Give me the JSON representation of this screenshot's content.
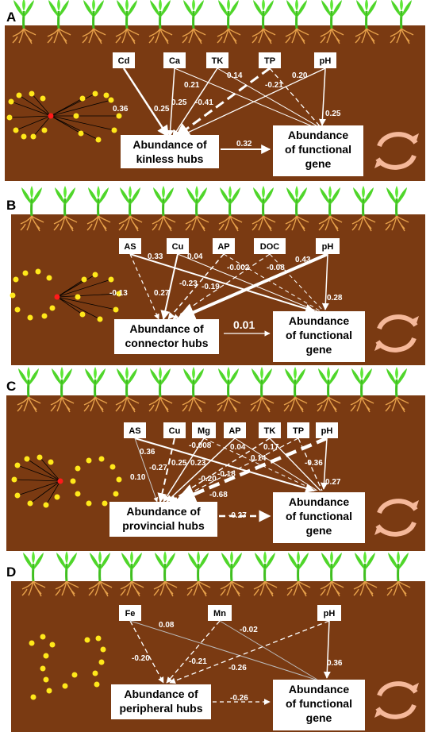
{
  "panels": [
    {
      "id": "A",
      "vars": [
        "Cd",
        "Ca",
        "TK",
        "TP",
        "pH"
      ],
      "hub": [
        "Abundance of",
        "kinless hubs"
      ],
      "gene": [
        "Abundance",
        "of functional",
        "gene"
      ],
      "coefs": [
        "0.36",
        "0.25",
        "0.21",
        "0.25",
        "-0.41",
        "0.14",
        "-0.21",
        "0.20",
        "0.25"
      ],
      "main": "0.32"
    },
    {
      "id": "B",
      "vars": [
        "AS",
        "Cu",
        "AP",
        "DOC",
        "pH"
      ],
      "hub": [
        "Abundance of",
        "connector hubs"
      ],
      "gene": [
        "Abundance",
        "of functional",
        "gene"
      ],
      "coefs": [
        "0.33",
        "-0.13",
        "0.27",
        "0.04",
        "-0.23",
        "-0.19",
        "-0.002",
        "-0.08",
        "0.43",
        "0.28"
      ],
      "main": "0.01"
    },
    {
      "id": "C",
      "vars": [
        "AS",
        "Cu",
        "Mg",
        "AP",
        "TK",
        "TP",
        "pH"
      ],
      "hub": [
        "Abundance of",
        "provincial hubs"
      ],
      "gene": [
        "Abundance",
        "of functional",
        "gene"
      ],
      "coefs": [
        "0.36",
        "-0.27",
        "0.10",
        "-0.008",
        "0.25",
        "0.23",
        "0.04",
        "-0.20",
        "-0.18",
        "0.17",
        "0.14",
        "-0.36",
        "-0.68",
        "0.27"
      ],
      "main": "-0.27"
    },
    {
      "id": "D",
      "vars": [
        "Fe",
        "Mn",
        "pH"
      ],
      "hub": [
        "Abundance of",
        "peripheral hubs"
      ],
      "gene": [
        "Abundance",
        "of functional",
        "gene"
      ],
      "coefs": [
        "0.08",
        "-0.02",
        "-0.20",
        "-0.21",
        "-0.26",
        "0.36"
      ],
      "main": "-0.26"
    }
  ]
}
